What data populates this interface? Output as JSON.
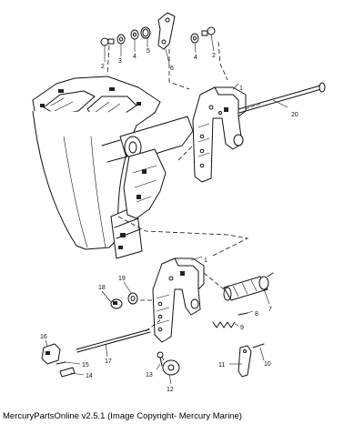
{
  "caption": "MercuryPartsOnline v2.5.1 (Image Copyright- Mercury Marine)",
  "callouts": {
    "c1a": "1",
    "c1b": "1",
    "c2a": "2",
    "c2b": "2",
    "c3": "3",
    "c4a": "4",
    "c4b": "4",
    "c5": "5",
    "c6": "6",
    "c7": "7",
    "c8": "8",
    "c9": "9",
    "c10": "10",
    "c11": "11",
    "c12": "12",
    "c13": "13",
    "c14": "14",
    "c15": "15",
    "c16": "16",
    "c17": "17",
    "c18": "18",
    "c19": "19",
    "c20": "20"
  }
}
